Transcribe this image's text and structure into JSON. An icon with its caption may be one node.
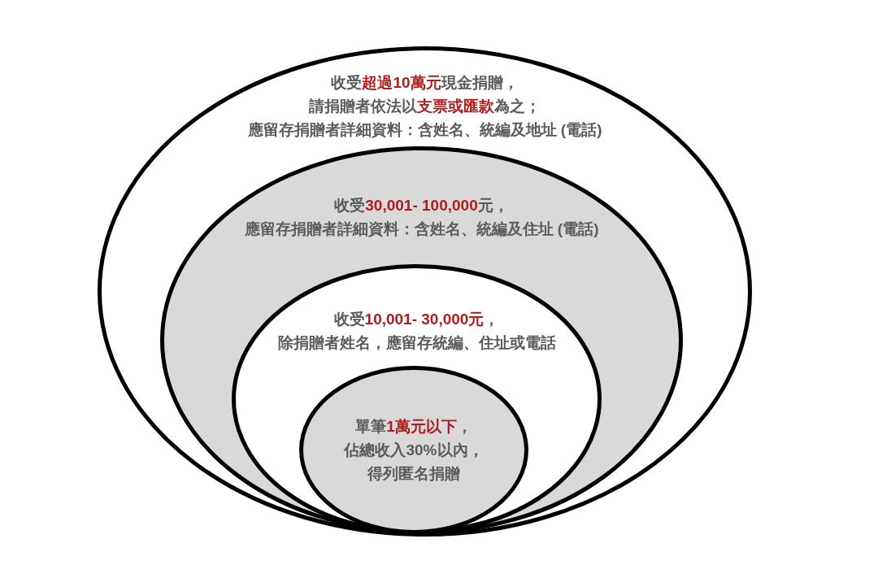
{
  "diagram": {
    "nodes": [
      {
        "text": [
          "收受**超過10萬元**現金捐贈，請捐贈者依法以**支票或匯款**為之；應留存捐贈者詳細資料：含姓名、統編及地址 (電話)"
        ]
      },
      {
        "text": [
          "收受**30,001- 100,000**元，應留存捐贈者詳細資料：含姓名、統編及住址 (電話)"
        ],
        "in": 0
      },
      {
        "text": [
          "收受**10,001- 30,000元**，除捐贈者姓名，應留存統編、住址或電話"
        ],
        "in": 1
      },
      {
        "text": [
          "單筆**1萬元以下**，佔總收入30%以內，得列匿名捐贈"
        ],
        "in": 2
      }
    ]
  }
}
